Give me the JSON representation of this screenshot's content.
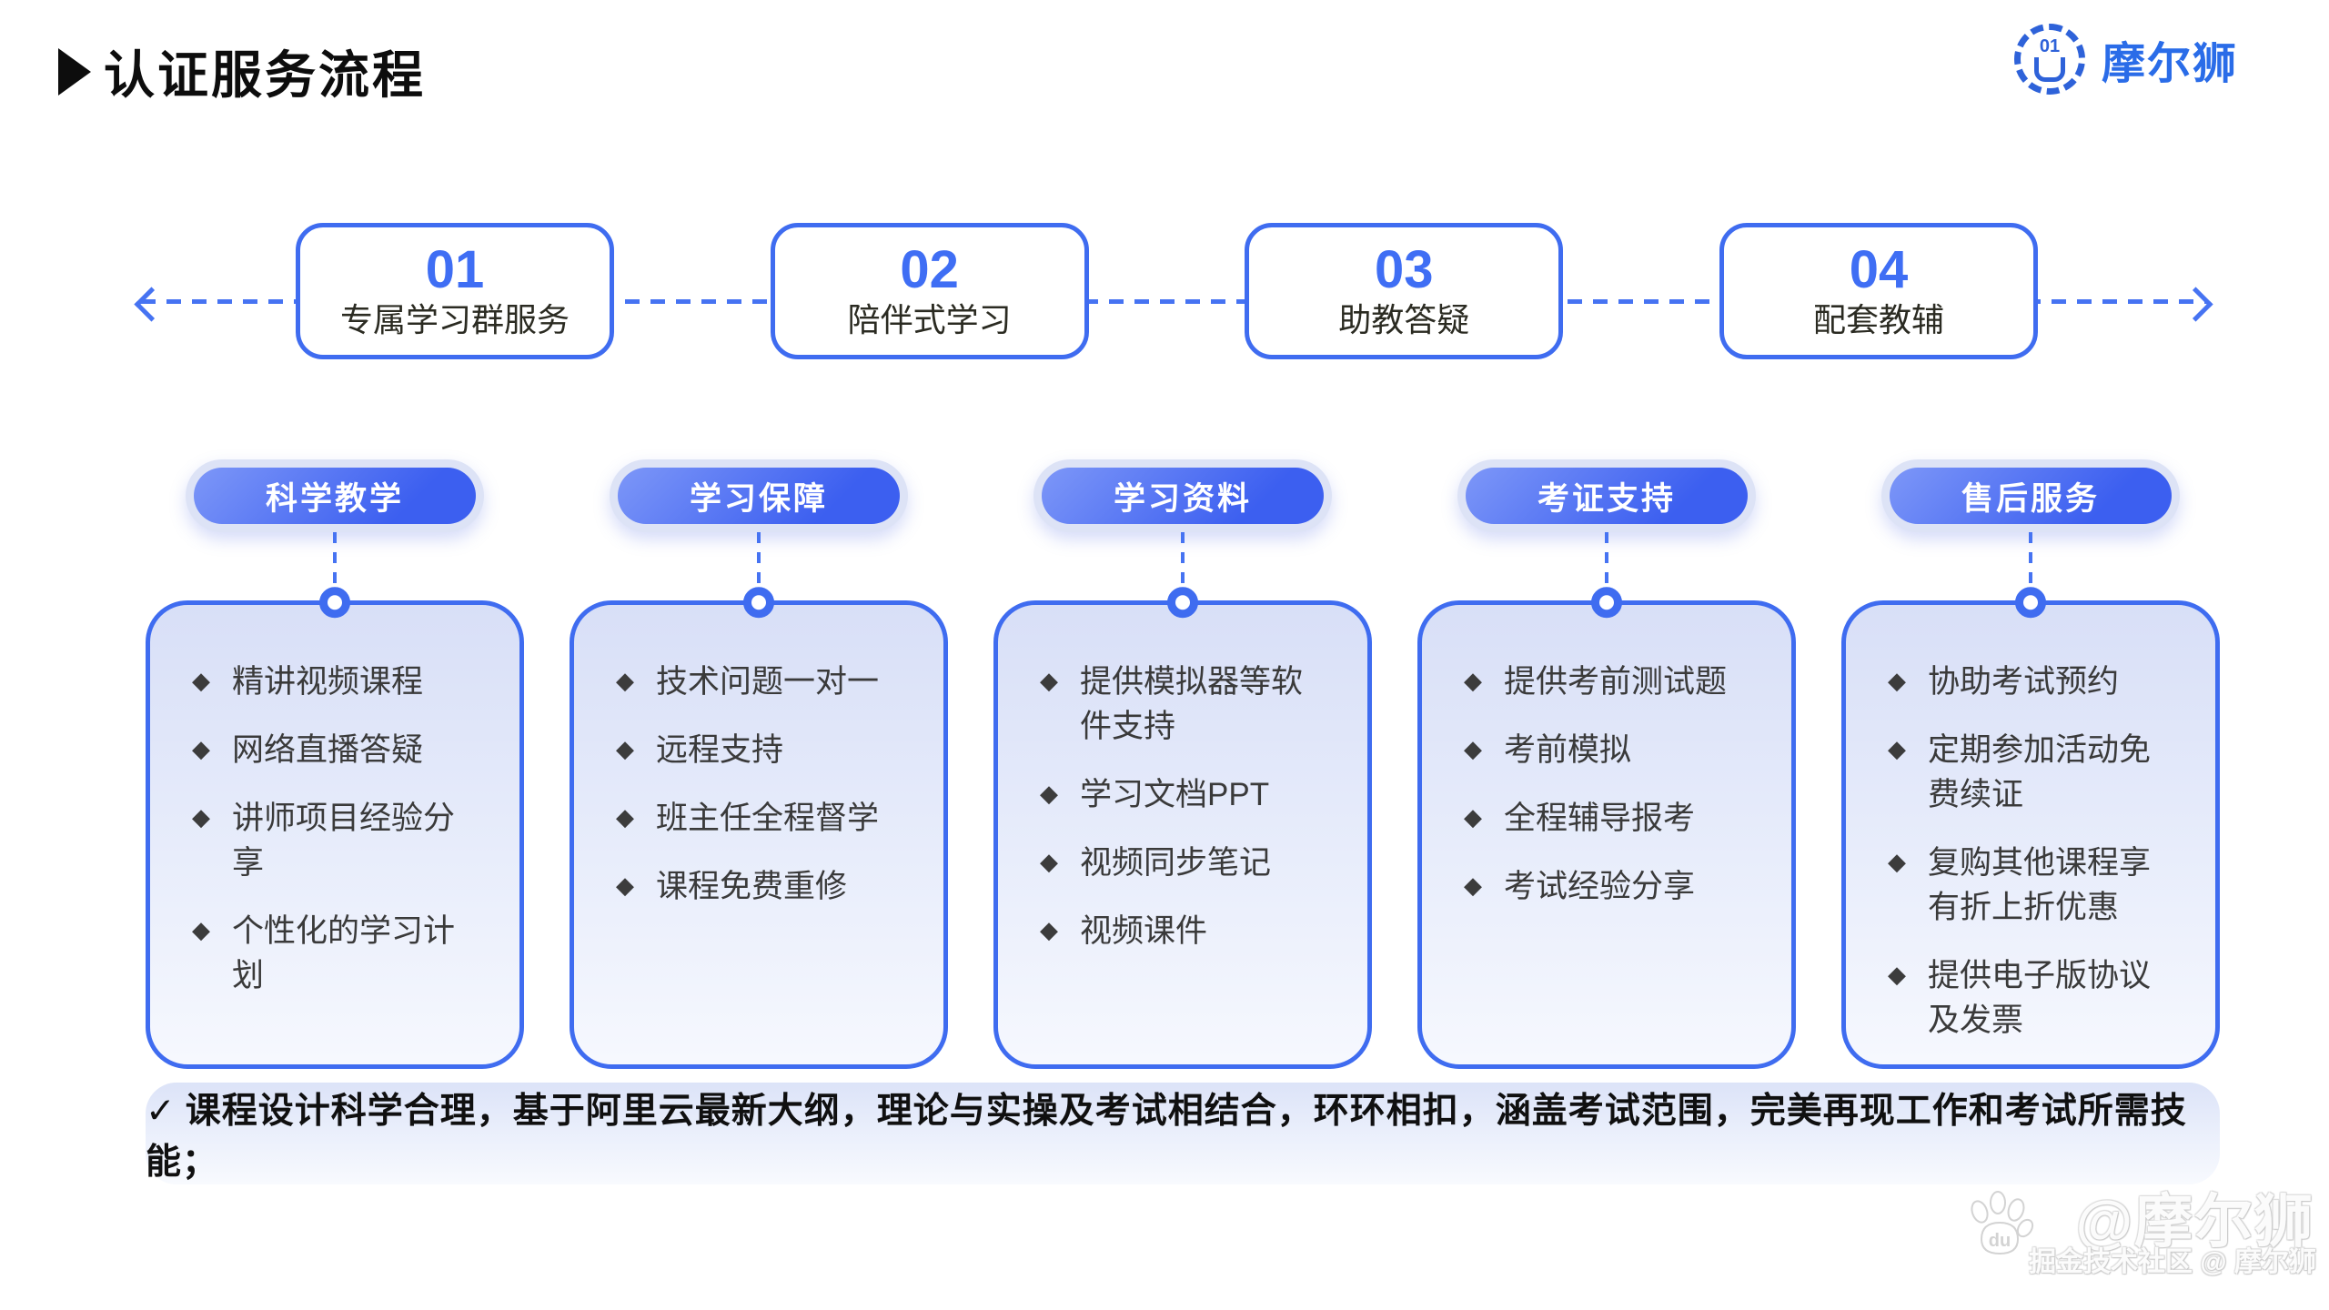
{
  "header": {
    "title": "认证服务流程",
    "brand": "摩尔狮",
    "brand_icon_text": "01"
  },
  "timeline": {
    "steps": [
      {
        "number": "01",
        "label": "专属学习群服务"
      },
      {
        "number": "02",
        "label": "陪伴式学习"
      },
      {
        "number": "03",
        "label": "助教答疑"
      },
      {
        "number": "04",
        "label": "配套教辅"
      }
    ]
  },
  "columns": [
    {
      "pill": "科学教学",
      "items": [
        "精讲视频课程",
        "网络直播答疑",
        "讲师项目经验分享",
        "个性化的学习计划"
      ]
    },
    {
      "pill": "学习保障",
      "items": [
        "技术问题一对一",
        "远程支持",
        "班主任全程督学",
        "课程免费重修"
      ]
    },
    {
      "pill": "学习资料",
      "items": [
        "提供模拟器等软件支持",
        "学习文档PPT",
        "视频同步笔记",
        "视频课件"
      ]
    },
    {
      "pill": "考证支持",
      "items": [
        "提供考前测试题",
        "考前模拟",
        "全程辅导报考",
        "考试经验分享"
      ]
    },
    {
      "pill": "售后服务",
      "items": [
        "协助考试预约",
        "定期参加活动免费续证",
        "复购其他课程享有折上折优惠",
        "提供电子版协议及发票"
      ]
    }
  ],
  "footer": {
    "check": "✓",
    "text": "课程设计科学合理，基于阿里云最新大纲，理论与实操及考试相结合，环环相扣，涵盖考试范围，完美再现工作和考试所需技能；"
  },
  "watermark": {
    "large": "@摩尔狮",
    "small": "掘金技术社区 @ 摩尔狮",
    "paw_text": "du"
  },
  "ui": {
    "bullet_glyph": "◆"
  },
  "colors": {
    "primary_blue": "#3f6cf0",
    "brand_blue": "#2a6ce8",
    "pill_gradient_start": "#7d97f8",
    "pill_gradient_end": "#3c5ff0",
    "card_bg_top": "#d8dff7",
    "text_dark": "#3a3a3a"
  }
}
